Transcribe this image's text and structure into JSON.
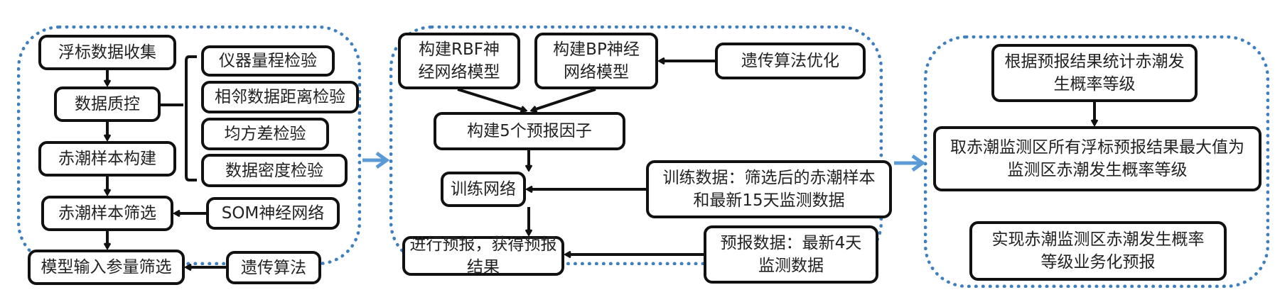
{
  "panels": {
    "left": {
      "main_flow": [
        "浮标数据收集",
        "数据质控",
        "赤潮样本构建",
        "赤潮样本筛选",
        "模型输入参量筛选"
      ],
      "quality_checks": [
        "仪器量程检验",
        "相邻数据距离检验",
        "均方差检验",
        "数据密度检验"
      ],
      "som": "SOM神经网络",
      "genetic": "遗传算法"
    },
    "middle": {
      "rbf": "构建RBF神经网络模型",
      "bp": "构建BP神经网络模型",
      "ga_opt": "遗传算法优化",
      "factors": "构建5个预报因子",
      "train": "训练网络",
      "train_data": "训练数据：筛选后的赤潮样本和最新15天监测数据",
      "forecast": "进行预报，获得预报结果",
      "forecast_data": "预报数据：最新4天监测数据"
    },
    "right": {
      "stats": "根据预报结果统计赤潮发生概率等级",
      "max": "取赤潮监测区所有浮标预报结果最大值为监测区赤潮发生概率等级",
      "ops": "实现赤潮监测区赤潮发生概率等级业务化预报"
    }
  },
  "colors": {
    "panel_border": "#3f7fc0",
    "transition_arrow": "#5b9bd5",
    "box_border": "#111111"
  }
}
